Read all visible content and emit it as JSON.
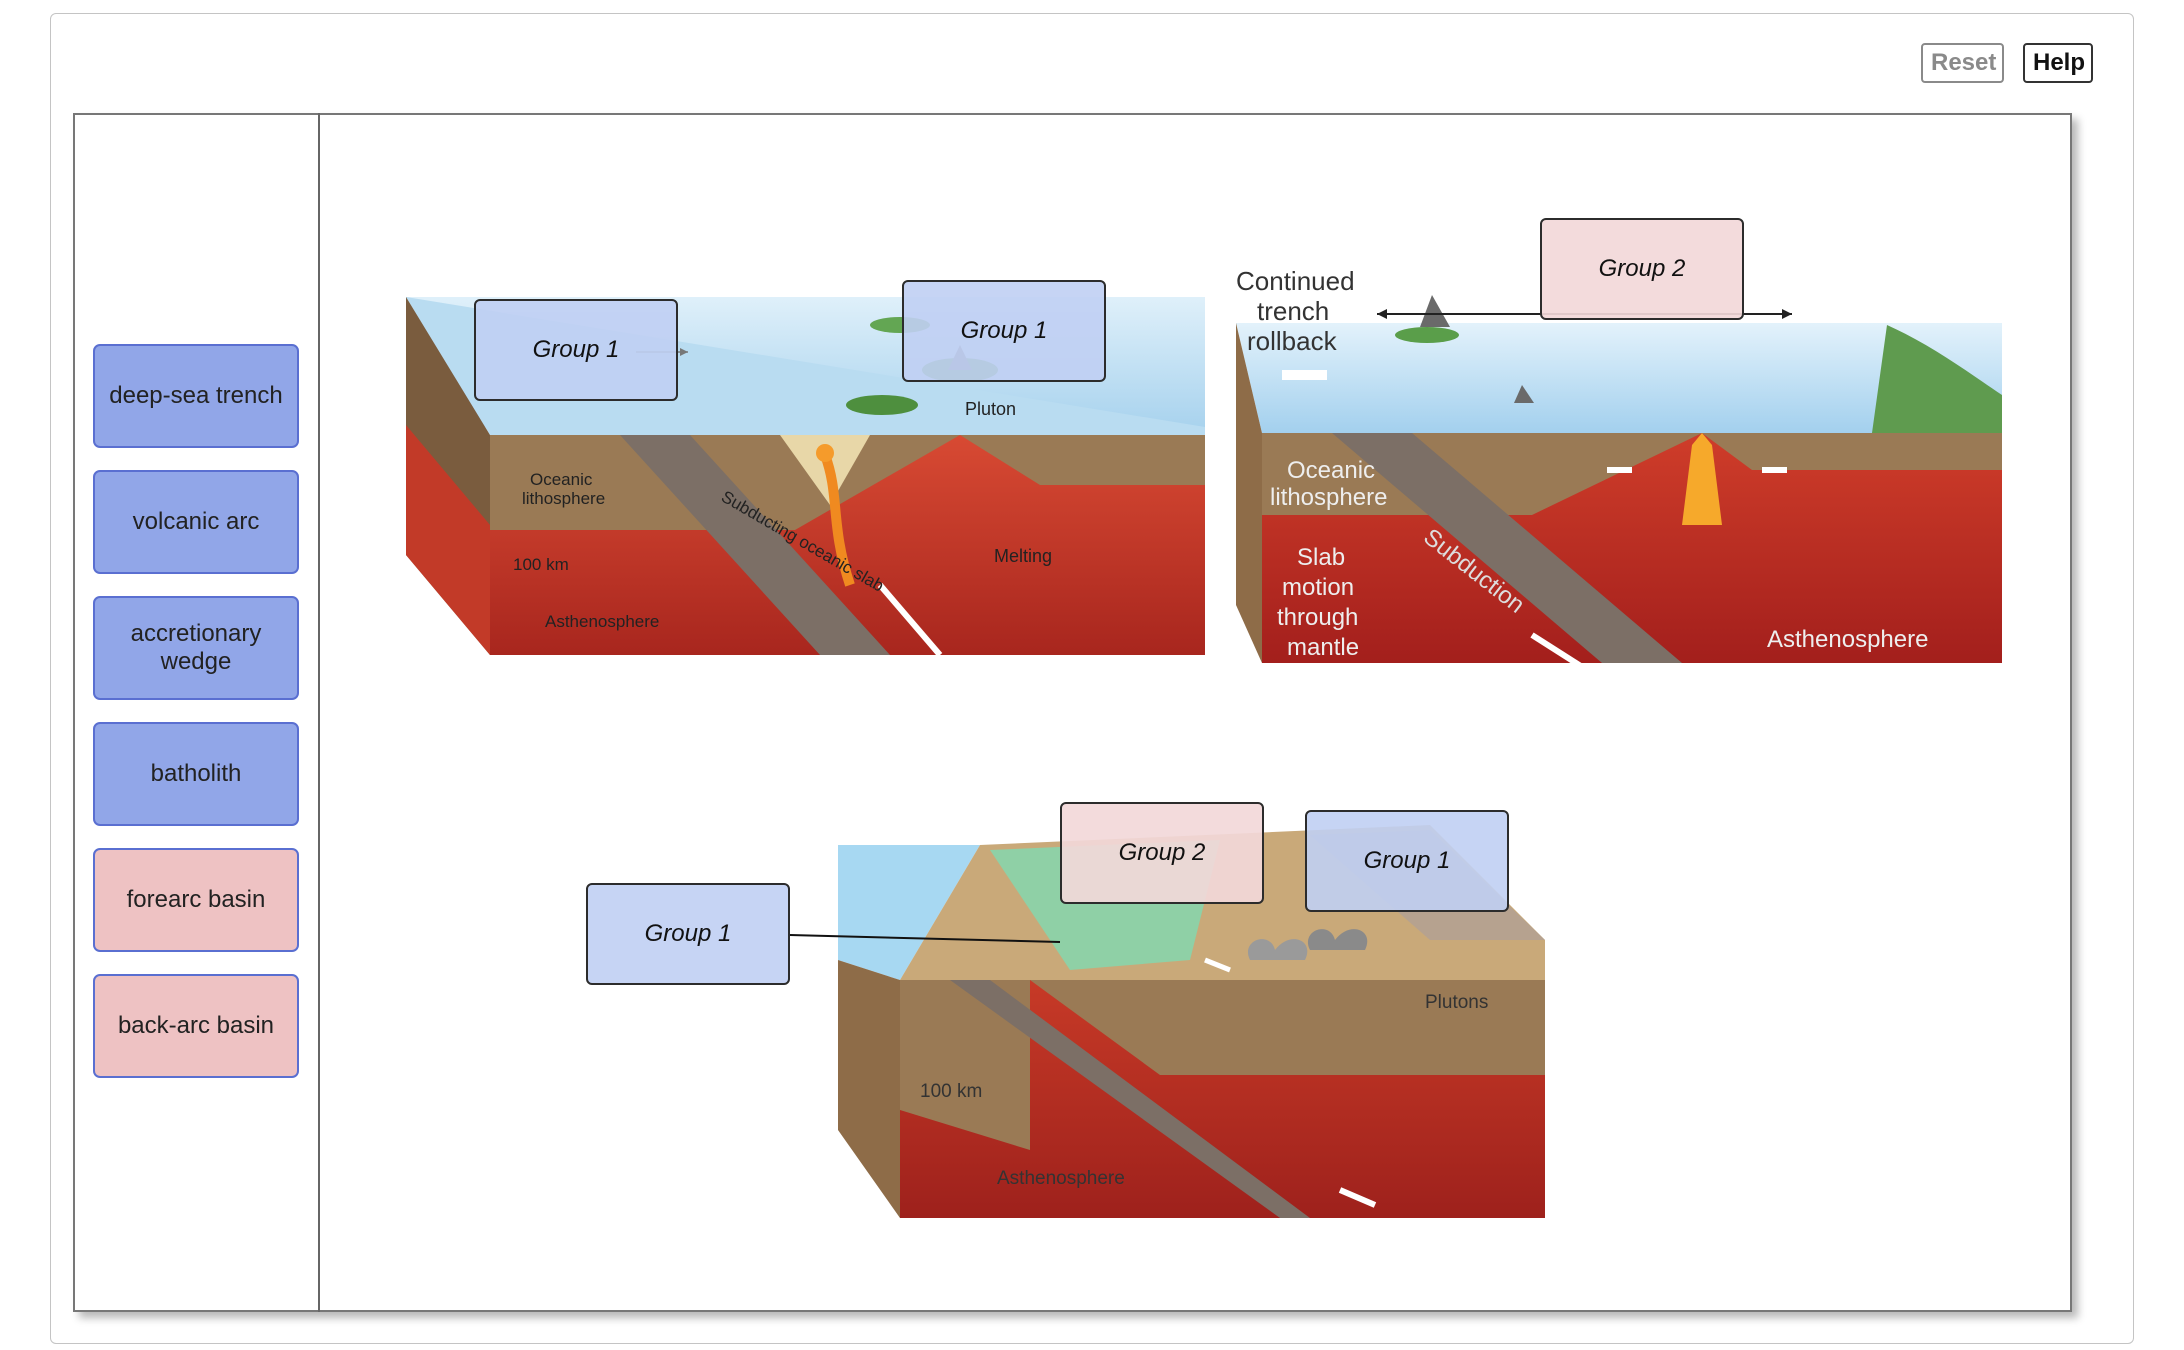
{
  "toolbar": {
    "reset_label": "Reset",
    "help_label": "Help"
  },
  "labels": [
    {
      "text": "deep-sea trench",
      "group": "blue"
    },
    {
      "text": "volcanic arc",
      "group": "blue"
    },
    {
      "text": "accretionary wedge",
      "group": "blue"
    },
    {
      "text": "batholith",
      "group": "blue"
    },
    {
      "text": "forearc basin",
      "group": "pink"
    },
    {
      "text": "back-arc basin",
      "group": "pink"
    }
  ],
  "diagram1": {
    "zones": [
      "Group 1",
      "Group 1"
    ],
    "text": {
      "pluton": "Pluton",
      "oceanic1": "Oceanic",
      "oceanic2": "lithosphere",
      "slab": "Subducting oceanic slab",
      "melting": "Melting",
      "depth": "100 km",
      "astheno": "Asthenosphere"
    }
  },
  "diagram2": {
    "zones": [
      "Group 2"
    ],
    "text": {
      "rollback1": "Continued",
      "rollback2": "trench",
      "rollback3": "rollback",
      "oceanic1": "Oceanic",
      "oceanic2": "lithosphere",
      "slab1": "Slab",
      "slab2": "motion",
      "slab3": "through",
      "slab4": "mantle",
      "subduction": "Subduction",
      "astheno": "Asthenosphere"
    }
  },
  "diagram3": {
    "zones": [
      "Group 1",
      "Group 2",
      "Group 1"
    ],
    "text": {
      "plutons": "Plutons",
      "depth": "100 km",
      "astheno": "Asthenosphere"
    }
  },
  "colors": {
    "chip_blue": "#91a6e8",
    "chip_pink": "#eec2c3",
    "zone_blue": "#c0cff3",
    "zone_pink": "#f2d8d9",
    "mantle": "#c9352a",
    "crust": "#8b6c4a",
    "ocean": "#bfe0f3"
  }
}
